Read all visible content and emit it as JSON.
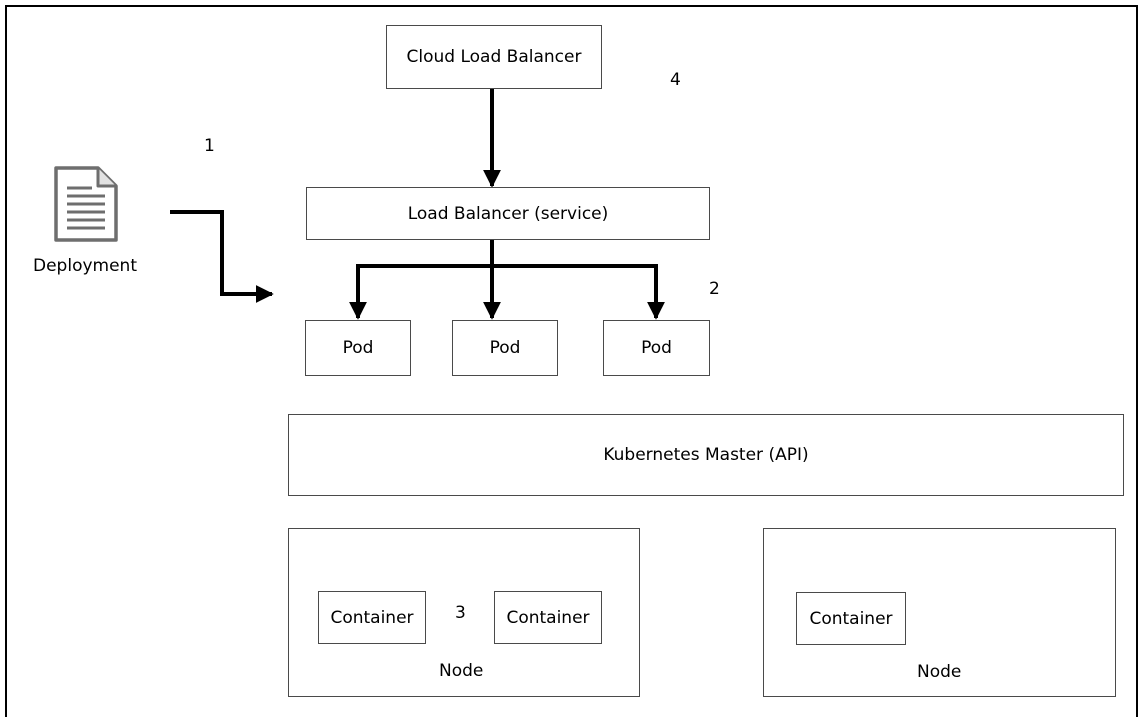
{
  "diagram": {
    "cloud_lb": "Cloud Load Balancer",
    "service_lb": "Load Balancer (service)",
    "pods": [
      "Pod",
      "Pod",
      "Pod"
    ],
    "master": "Kubernetes Master (API)",
    "deployment": "Deployment",
    "nodes": [
      {
        "label": "Node",
        "containers": [
          "Container",
          "Container"
        ]
      },
      {
        "label": "Node",
        "containers": [
          "Container"
        ]
      }
    ],
    "steps": [
      "1",
      "2",
      "3",
      "4"
    ],
    "icons": {
      "deployment": "document-icon"
    }
  }
}
